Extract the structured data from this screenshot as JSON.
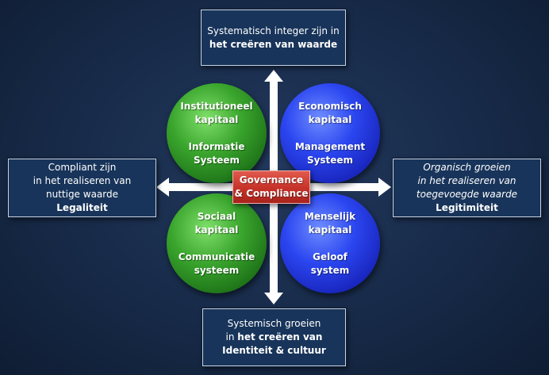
{
  "top_box": {
    "line1": "Systematisch integer zijn in",
    "line2": "het creëren van waarde"
  },
  "left_box": {
    "line1": "Compliant zijn",
    "line2": "in het realiseren van",
    "line3": "nuttige waarde",
    "line4": "Legaliteit"
  },
  "right_box": {
    "line1": "Organisch groeien",
    "line2": "in het realiseren van",
    "line3": "toegevoegde waarde",
    "line4": "Legitimiteit"
  },
  "bottom_box": {
    "line1": "Systemisch groeien",
    "line2_prefix": "in ",
    "line2_bold": "het creëren van",
    "line3": "Identiteit & cultuur"
  },
  "center": {
    "line1": "Governance",
    "line2": "& Compliance"
  },
  "circles": {
    "top_left": {
      "a1": "Institutioneel",
      "a2": "kapitaal",
      "b1": "Informatie",
      "b2": "Systeem",
      "color": "#3aa52d"
    },
    "top_right": {
      "a1": "Economisch",
      "a2": "kapitaal",
      "b1": "Management",
      "b2": "Systeem",
      "color": "#2b46f0"
    },
    "bottom_left": {
      "a1": "Sociaal",
      "a2": "kapitaal",
      "b1": "Communicatie",
      "b2": "systeem",
      "color": "#3aa52d"
    },
    "bottom_right": {
      "a1": "Menselijk",
      "a2": "kapitaal",
      "b1": "Geloof",
      "b2": "system",
      "color": "#2b46f0"
    }
  },
  "colors": {
    "background": "#172a48",
    "box_fill": "#18345a",
    "center_fill": "#c8342a",
    "arrow": "#ffffff"
  }
}
